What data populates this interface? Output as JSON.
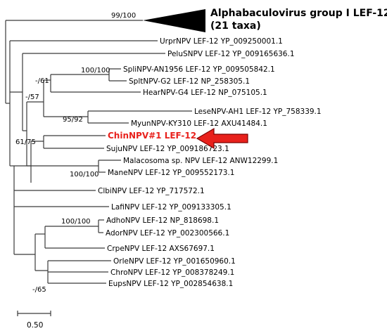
{
  "collapsed_group": {
    "label_line1": "Alphabaculovirus group I LEF-12",
    "label_line2": "(21 taxa)",
    "support": "99/100"
  },
  "leaves": {
    "urpr": "UrprNPV LEF-12 YP_009250001.1",
    "pelu": "PeluSNPV LEF-12 YP_009165636.1",
    "spli": "SpliNPV-AN1956 LEF-12 YP_009505842.1",
    "splt": "SpltNPV-G2 LEF-12 NP_258305.1",
    "hear": "HearNPV-G4 LEF-12 NP_075105.1",
    "lese": "LeseNPV-AH1 LEF-12 YP_758339.1",
    "myun": "MyunNPV-KY310 LEF-12 AXU41484.1",
    "chin": "ChinNPV#1 LEF-12",
    "suju": "SujuNPV LEF-12 YP_009186723.1",
    "malacosoma": "Malacosoma sp. NPV LEF-12 ANW12299.1",
    "mane": "ManeNPV LEF-12 YP_009552173.1",
    "clbi": "ClbiNPV LEF-12 YP_717572.1",
    "lafi": "LafiNPV LEF-12 YP_009133305.1",
    "adho": "AdhoNPV LEF-12 NP_818698.1",
    "ador": "AdorNPV LEF-12 YP_002300566.1",
    "crpe": "CrpeNPV LEF-12 AXS67697.1",
    "orle": "OrleNPV LEF-12 YP_001650960.1",
    "chro": "ChroNPV LEF-12 YP_008378249.1",
    "eups": "EupsNPV LEF-12 YP_002854638.1"
  },
  "support": {
    "spli_splt": "100/100",
    "spli_hear": "-/61",
    "upper_clade": "-/57",
    "lese_myun": "95/92",
    "lower_clade": "61/75",
    "mala_mane": "100/100",
    "adho_ador": "100/100",
    "orle_eups": "-/65"
  },
  "highlight_color": "#e8211c",
  "scale_bar": {
    "label": "0.50"
  }
}
